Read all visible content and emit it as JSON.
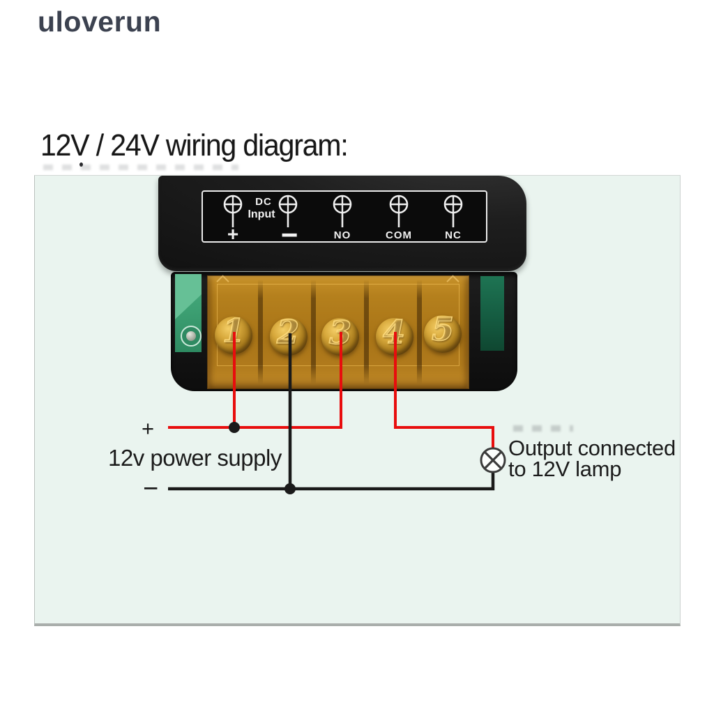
{
  "watermark": "uloverun",
  "title": "12V / 24V wiring diagram:",
  "relay": {
    "label_panel": {
      "dc": "DC",
      "input": "Input",
      "plus": "+",
      "minus": "−",
      "no": "NO",
      "com": "COM",
      "nc": "NC"
    },
    "terminal_numbers": [
      "1",
      "2",
      "3",
      "4",
      "5"
    ]
  },
  "wiring": {
    "plus_label": "+",
    "minus_label": "−",
    "power_supply_label": "12v power supply",
    "output_label_line1": "Output connected",
    "output_label_line2": "to 12V lamp"
  },
  "colors": {
    "wire_red": "#e80d0d",
    "wire_black": "#1a1a1a",
    "lamp_stroke": "#3b3b3b",
    "lamp_fill": "#fcfefd",
    "panel_background": "#eaf4ef",
    "amber_cover": "#b5801d",
    "pcb_green_left": "#3da073",
    "pcb_green_right": "#155c41",
    "body_black": "#171717"
  }
}
